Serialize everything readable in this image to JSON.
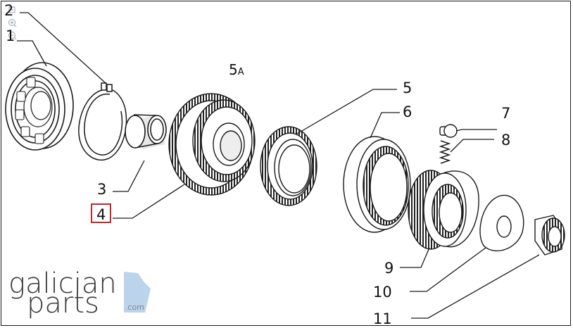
{
  "diagram": {
    "section_label": "5",
    "section_label_suffix": "A",
    "callouts": [
      {
        "id": "1",
        "label": "1"
      },
      {
        "id": "2",
        "label": "2"
      },
      {
        "id": "3",
        "label": "3"
      },
      {
        "id": "4",
        "label": "4",
        "highlighted": true
      },
      {
        "id": "5",
        "label": "5"
      },
      {
        "id": "6",
        "label": "6"
      },
      {
        "id": "7",
        "label": "7"
      },
      {
        "id": "8",
        "label": "8"
      },
      {
        "id": "9",
        "label": "9"
      },
      {
        "id": "10",
        "label": "10"
      },
      {
        "id": "11",
        "label": "11"
      }
    ],
    "highlight_color": "#c0262c"
  },
  "zoom": {
    "controls": [
      {
        "icon": "fit-icon"
      },
      {
        "icon": "zoom-in-icon"
      },
      {
        "icon": "zoom-out-icon"
      }
    ]
  },
  "brand": {
    "line1": "galician",
    "line2": "parts",
    "suffix": ".com",
    "accent": "#bcd3ec"
  }
}
